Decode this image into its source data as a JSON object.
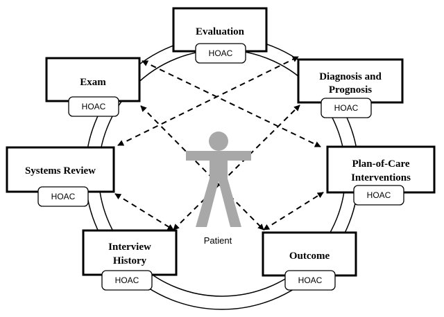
{
  "nodes": {
    "evaluation": {
      "label": "Evaluation",
      "tag": "HOAC"
    },
    "diagnosis": {
      "label_line1": "Diagnosis and",
      "label_line2": "Prognosis",
      "tag": "HOAC"
    },
    "plan": {
      "label_line1": "Plan-of-Care",
      "label_line2": "Interventions",
      "tag": "HOAC"
    },
    "outcome": {
      "label": "Outcome",
      "tag": "HOAC"
    },
    "interview": {
      "label_line1": "Interview",
      "label_line2": "History",
      "tag": "HOAC"
    },
    "systems": {
      "label": "Systems Review",
      "tag": "HOAC"
    },
    "exam": {
      "label": "Exam",
      "tag": "HOAC"
    }
  },
  "center": {
    "label": "Patient"
  },
  "colors": {
    "figure": "#a8a8a8",
    "stroke": "#000000",
    "background": "#ffffff"
  }
}
